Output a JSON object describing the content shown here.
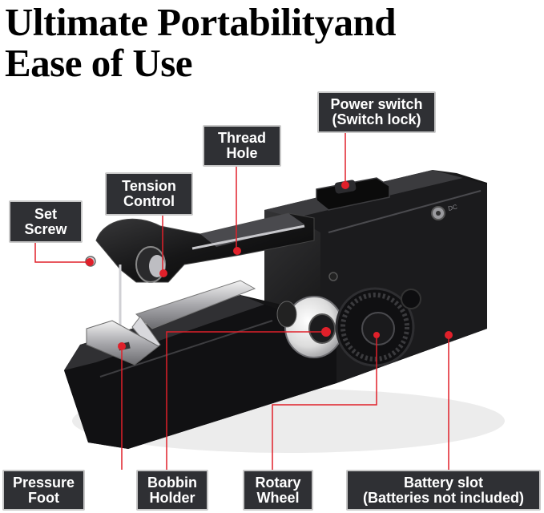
{
  "title": {
    "line1": "Ultimate Portabilityand",
    "line2": "Ease of Use"
  },
  "device_markings": {
    "dc": "DC"
  },
  "labels": {
    "power_switch": {
      "line1": "Power switch",
      "line2": "(Switch lock)"
    },
    "thread_hole": {
      "line1": "Thread",
      "line2": "Hole"
    },
    "tension_control": {
      "line1": "Tension",
      "line2": "Control"
    },
    "set_screw": {
      "line1": "Set",
      "line2": "Screw"
    },
    "pressure_foot": {
      "line1": "Pressure",
      "line2": "Foot"
    },
    "bobbin_holder": {
      "line1": "Bobbin",
      "line2": "Holder"
    },
    "rotary_wheel": {
      "line1": "Rotary",
      "line2": "Wheel"
    },
    "battery_slot": {
      "line1": "Battery slot",
      "line2": "(Batteries not included)"
    }
  },
  "colors": {
    "callout_red": "#e0202a",
    "label_bg": "#2f3034",
    "device_body": "#141414"
  }
}
